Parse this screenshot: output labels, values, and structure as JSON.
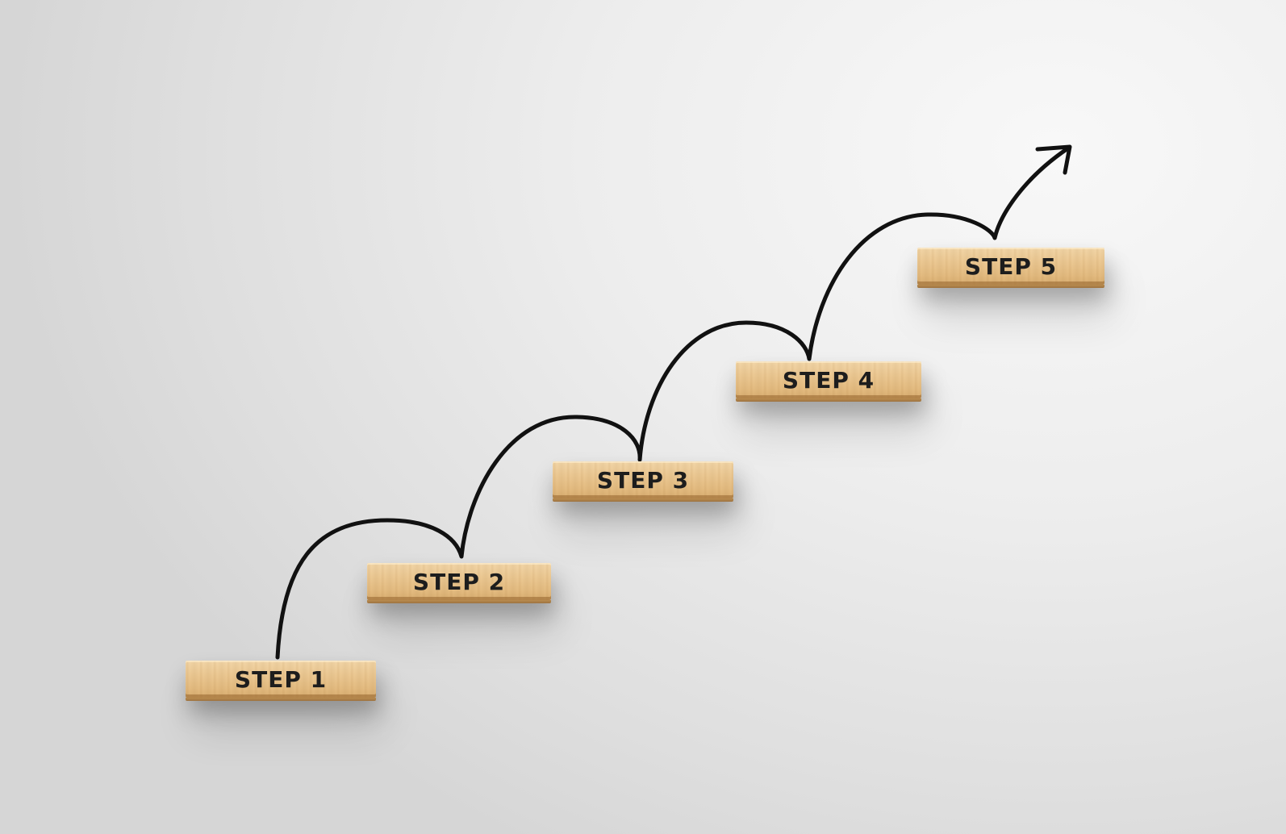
{
  "steps": [
    {
      "label": "STEP 1"
    },
    {
      "label": "STEP 2"
    },
    {
      "label": "STEP 3"
    },
    {
      "label": "STEP 4"
    },
    {
      "label": "STEP 5"
    }
  ],
  "colors": {
    "wood": "#e8c28a",
    "ink": "#111111",
    "background": "#ececec"
  },
  "icons": {
    "arrow": "curved-upward-arrow-icon"
  }
}
